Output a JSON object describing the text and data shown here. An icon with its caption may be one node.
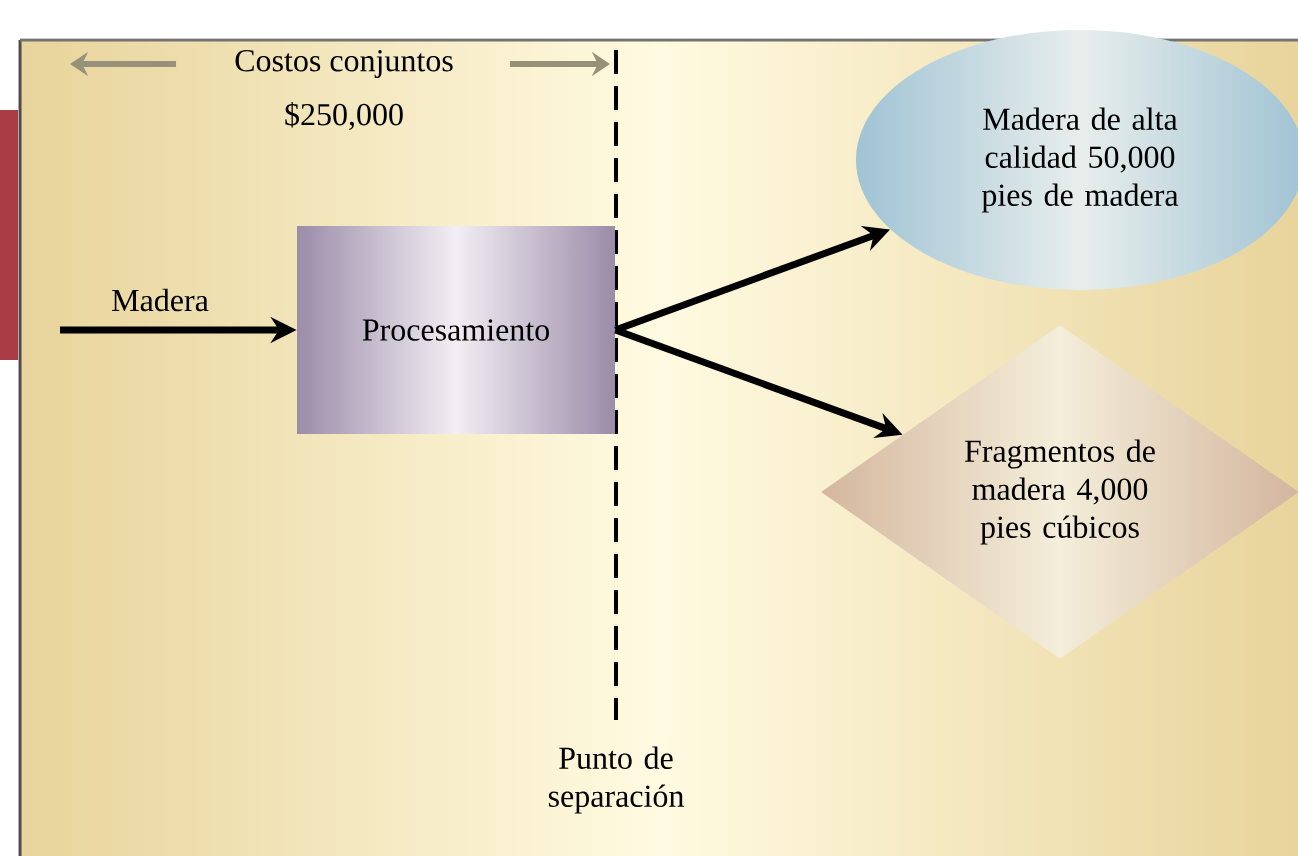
{
  "diagram": {
    "nodes": [
      {
        "text": [
          "Procesamiento"
        ]
      },
      {
        "text": [
          "Madera de alta calidad 50,000 pies de madera"
        ]
      },
      {
        "text": [
          "Fragmentos de madera 4,000 pies cúbicos"
        ]
      }
    ],
    "edges": [
      {
        "from": null,
        "to": 0,
        "arrow": "to",
        "label": "Madera"
      },
      {
        "from": 0,
        "to": 1,
        "arrow": "to"
      },
      {
        "from": 0,
        "to": 2,
        "arrow": "to"
      }
    ],
    "labels": [
      "Costos conjuntos",
      "$250,000",
      "Punto de separación"
    ]
  }
}
